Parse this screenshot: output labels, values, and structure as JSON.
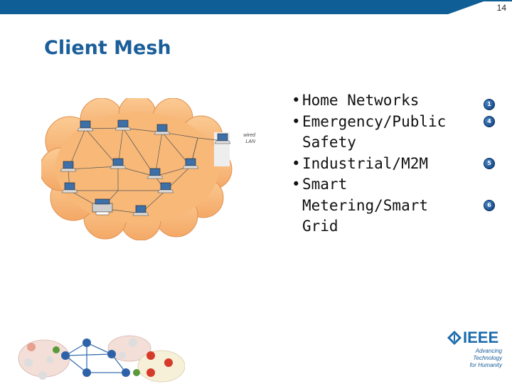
{
  "slide": {
    "page_number": "14",
    "title": "Client Mesh",
    "bullets": [
      {
        "lines": [
          "Home Networks"
        ],
        "badge": "1"
      },
      {
        "lines": [
          "Emergency/Public",
          "Safety"
        ],
        "badge": "4"
      },
      {
        "lines": [
          "Industrial/M2M"
        ],
        "badge": "5"
      },
      {
        "lines": [
          "Smart",
          "Metering/Smart",
          "Grid"
        ],
        "badge": "6"
      }
    ]
  },
  "diagram": {
    "lan_label_line1": "wired",
    "lan_label_line2": "LAN"
  },
  "logo": {
    "word": "IEEE",
    "tagline_line1": "Advancing Technology",
    "tagline_line2": "for Humanity"
  },
  "colors": {
    "brand_blue": "#1a5e9a",
    "bar_blue": "#0f5f96",
    "cloud_orange": "#f7b878"
  }
}
